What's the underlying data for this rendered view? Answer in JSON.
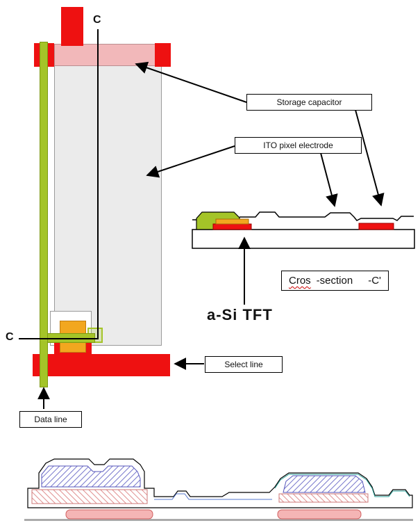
{
  "labels": {
    "c_top": "C",
    "c_left": "C",
    "storage_capacitor": "Storage capacitor",
    "ito_pixel_electrode": "ITO pixel electrode",
    "cross_section_word1": "Cros",
    "cross_section_word2": "-section",
    "cross_section_word3": "-C'",
    "asi_tft": "a-Si TFT",
    "select_line": "Select line",
    "data_line": "Data line"
  },
  "colors": {
    "red": "#ee1111",
    "green": "#a4c428",
    "orange": "#f2a71f",
    "pink": "#f2b8ba",
    "electrode_gray": "#ebebeb"
  }
}
